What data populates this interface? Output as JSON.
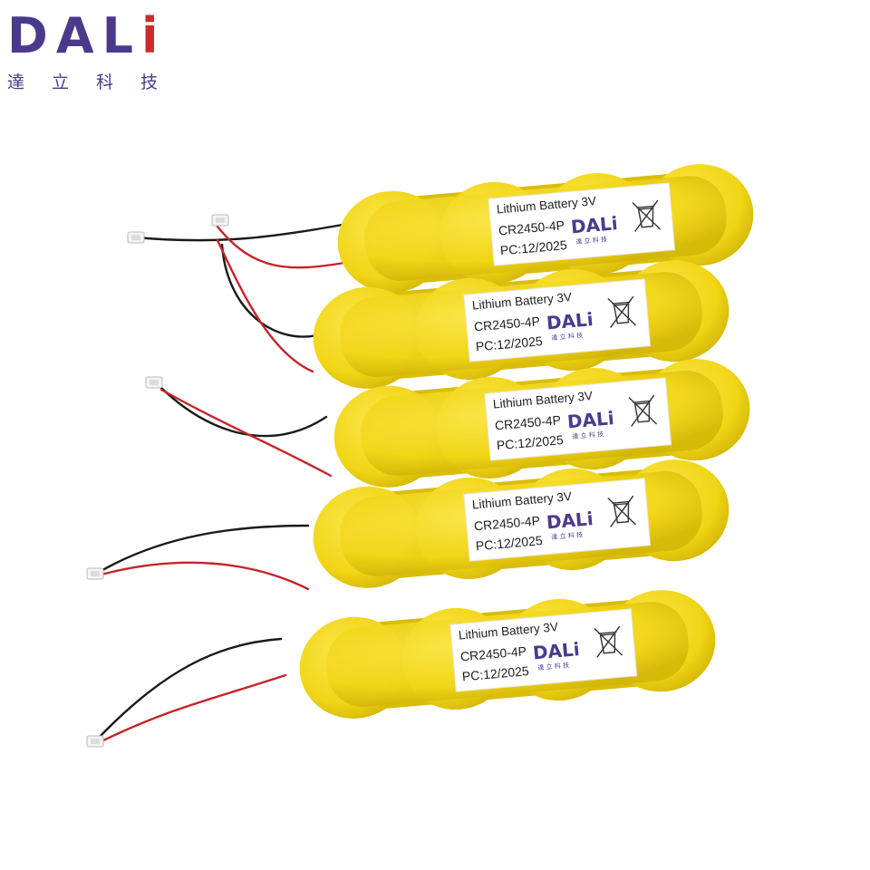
{
  "brand": {
    "name_letters": [
      "D",
      "A",
      "L",
      "i"
    ],
    "chinese": "達立科技",
    "colors": {
      "primary": "#4b3a8c",
      "accent": "#cc2b2b"
    }
  },
  "product": {
    "colors": {
      "body": "#f3d81c",
      "body_shade": "#d9bd0a",
      "label": "#ffffff",
      "wire_red": "#c4242b",
      "wire_black": "#1a1a1a"
    },
    "packs": [
      {
        "line1": "Lithium Battery  3V",
        "line2": "CR2450-4P",
        "line3": "PC:12/2025",
        "logo": "DALi",
        "logo_cn": "達 立 科 技",
        "icon": "weee-crossed-bin-icon"
      },
      {
        "line1": "Lithium Battery  3V",
        "line2": "CR2450-4P",
        "line3": "PC:12/2025",
        "logo": "DALi",
        "logo_cn": "達 立 科 技",
        "icon": "weee-crossed-bin-icon"
      },
      {
        "line1": "Lithium Battery  3V",
        "line2": "CR2450-4P",
        "line3": "PC:12/2025",
        "logo": "DALi",
        "logo_cn": "達 立 科 技",
        "icon": "weee-crossed-bin-icon"
      },
      {
        "line1": "Lithium Battery  3V",
        "line2": "CR2450-4P",
        "line3": "PC:12/2025",
        "logo": "DALi",
        "logo_cn": "達 立 科 技",
        "icon": "weee-crossed-bin-icon"
      },
      {
        "line1": "Lithium Battery  3V",
        "line2": "CR2450-4P",
        "line3": "PC:12/2025",
        "logo": "DALi",
        "logo_cn": "達 立 科 技",
        "icon": "weee-crossed-bin-icon"
      }
    ]
  }
}
